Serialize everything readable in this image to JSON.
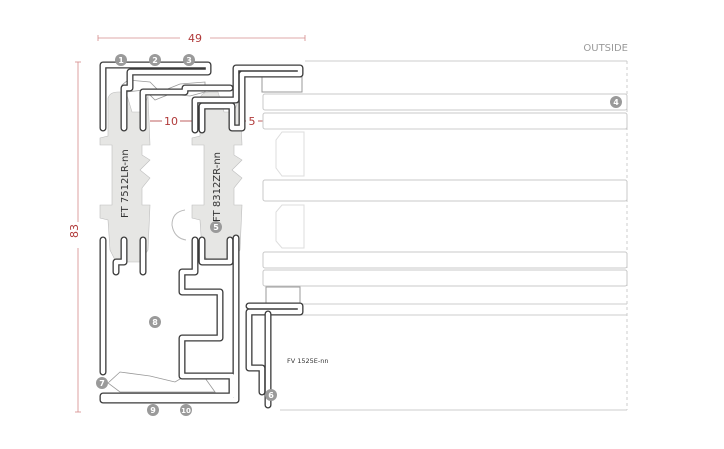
{
  "diagram": {
    "side_label": "OUTSIDE",
    "dimensions": {
      "overall_width": "49",
      "overall_height": "83",
      "gap_left": "10",
      "gap_right": "5"
    },
    "profiles": {
      "left_thermal_break": "FT 7512LR-nn",
      "right_thermal_break": "FT 8312ZR-nn",
      "glazing_bead": "FV 1525E-nn"
    },
    "callouts": [
      "1",
      "2",
      "3",
      "4",
      "5",
      "6",
      "7",
      "8",
      "9",
      "10"
    ],
    "colors": {
      "dimension": "#b03a3a",
      "callout": "#9a9a9a",
      "profile": "#3a3a3a",
      "gasket": "#e6e6e4"
    }
  }
}
